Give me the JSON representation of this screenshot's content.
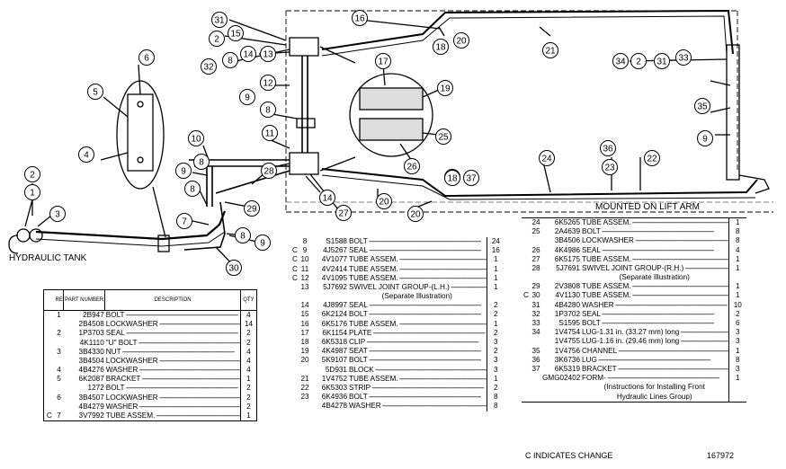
{
  "labels": {
    "hydraulic_tank": "HYDRAULIC TANK",
    "mounted_on_lift_arm": "MOUNTED ON LIFT ARM",
    "c_indicates_change": "C INDICATES CHANGE",
    "figure_number": "167972"
  },
  "table_headers": {
    "ref_no": "REF NO",
    "part_number": "PART NUMBER",
    "description": "DESCRIPTION",
    "qty": "QTY"
  },
  "callouts": [
    "31",
    "2",
    "15",
    "32",
    "8",
    "14",
    "13",
    "16",
    "18",
    "20",
    "21",
    "34",
    "2",
    "31",
    "33",
    "6",
    "5",
    "4",
    "17",
    "19",
    "12",
    "9",
    "8",
    "11",
    "10",
    "9",
    "8",
    "26",
    "25",
    "20",
    "18",
    "35",
    "9",
    "8",
    "28",
    "14",
    "27",
    "20",
    "18",
    "37",
    "36",
    "23",
    "22",
    "24",
    "7",
    "8",
    "9",
    "30",
    "29",
    "2",
    "1",
    "3"
  ],
  "table1": [
    {
      "c": "",
      "ref": "1",
      "part": "2B947",
      "desc": "BOLT",
      "qty": "4"
    },
    {
      "c": "",
      "ref": "",
      "part": "2B4508",
      "desc": "LOCKWASHER",
      "qty": "14"
    },
    {
      "c": "",
      "ref": "2",
      "part": "1P3703",
      "desc": "SEAL",
      "qty": "2"
    },
    {
      "c": "",
      "ref": "",
      "part": "4K1110",
      "desc": "\"U\" BOLT",
      "qty": "2"
    },
    {
      "c": "",
      "ref": "3",
      "part": "3B4330",
      "desc": "NUT",
      "qty": "4"
    },
    {
      "c": "",
      "ref": "",
      "part": "3B4504",
      "desc": "LOCKWASHER",
      "qty": "4"
    },
    {
      "c": "",
      "ref": "4",
      "part": "4B4276",
      "desc": "WASHER",
      "qty": "4"
    },
    {
      "c": "",
      "ref": "5",
      "part": "6K2087",
      "desc": "BRACKET",
      "qty": "1"
    },
    {
      "c": "",
      "ref": "",
      "part": "1272",
      "desc": "BOLT",
      "qty": "2"
    },
    {
      "c": "",
      "ref": "6",
      "part": "3B4507",
      "desc": "LOCKWASHER",
      "qty": "2"
    },
    {
      "c": "",
      "ref": "",
      "part": "4B4279",
      "desc": "WASHER",
      "qty": "2"
    },
    {
      "c": "C",
      "ref": "7",
      "part": "3V7992",
      "desc": "TUBE ASSEM.",
      "qty": "1"
    }
  ],
  "table2": [
    {
      "c": "",
      "ref": "8",
      "part": "S1588",
      "desc": "BOLT",
      "qty": "24"
    },
    {
      "c": "C",
      "ref": "9",
      "part": "4J5267",
      "desc": "SEAL",
      "qty": "16"
    },
    {
      "c": "C",
      "ref": "10",
      "part": "4V1077",
      "desc": "TUBE ASSEM.",
      "qty": "1"
    },
    {
      "c": "C",
      "ref": "11",
      "part": "4V2414",
      "desc": "TUBE ASSEM.",
      "qty": "1"
    },
    {
      "c": "C",
      "ref": "12",
      "part": "4V1095",
      "desc": "TUBE ASSEM.",
      "qty": "1"
    },
    {
      "c": "",
      "ref": "13",
      "part": "5J7692",
      "desc": "SWIVEL JOINT GROUP-(L.H.)",
      "qty": "1"
    },
    {
      "c": "",
      "ref": "",
      "part": "",
      "desc": "(Separate Illustration)",
      "qty": "",
      "note": true
    },
    {
      "c": "",
      "ref": "14",
      "part": "4J8997",
      "desc": "SEAL",
      "qty": "2"
    },
    {
      "c": "",
      "ref": "15",
      "part": "6K2124",
      "desc": "BOLT",
      "qty": "2"
    },
    {
      "c": "",
      "ref": "16",
      "part": "6K5176",
      "desc": "TUBE ASSEM.",
      "qty": "1"
    },
    {
      "c": "",
      "ref": "17",
      "part": "6K1154",
      "desc": "PLATE",
      "qty": "2"
    },
    {
      "c": "",
      "ref": "18",
      "part": "6K5318",
      "desc": "CLIP",
      "qty": "3"
    },
    {
      "c": "",
      "ref": "19",
      "part": "4K4987",
      "desc": "SEAT",
      "qty": "2"
    },
    {
      "c": "",
      "ref": "20",
      "part": "5K9107",
      "desc": "BOLT",
      "qty": "3"
    },
    {
      "c": "",
      "ref": "",
      "part": "5D931",
      "desc": "BLOCK",
      "qty": "3"
    },
    {
      "c": "",
      "ref": "21",
      "part": "1V4752",
      "desc": "TUBE ASSEM.",
      "qty": "1"
    },
    {
      "c": "",
      "ref": "22",
      "part": "6K5303",
      "desc": "STRIP",
      "qty": "2"
    },
    {
      "c": "",
      "ref": "23",
      "part": "6K4936",
      "desc": "BOLT",
      "qty": "8"
    },
    {
      "c": "",
      "ref": "",
      "part": "4B4278",
      "desc": "WASHER",
      "qty": "8"
    }
  ],
  "table3": [
    {
      "c": "",
      "ref": "24",
      "part": "6K5265",
      "desc": "TUBE ASSEM.",
      "qty": "1"
    },
    {
      "c": "",
      "ref": "25",
      "part": "2A4639",
      "desc": "BOLT",
      "qty": "8"
    },
    {
      "c": "",
      "ref": "",
      "part": "3B4506",
      "desc": "LOCKWASHER",
      "qty": "8"
    },
    {
      "c": "",
      "ref": "26",
      "part": "4K4986",
      "desc": "SEAL",
      "qty": "4"
    },
    {
      "c": "",
      "ref": "27",
      "part": "6K5175",
      "desc": "TUBE ASSEM.",
      "qty": "1"
    },
    {
      "c": "",
      "ref": "28",
      "part": "5J7691",
      "desc": "SWIVEL JOINT GROUP-(R.H.)",
      "qty": "1"
    },
    {
      "c": "",
      "ref": "",
      "part": "",
      "desc": "(Separate Illustration)",
      "qty": "",
      "note": true
    },
    {
      "c": "",
      "ref": "29",
      "part": "2V3808",
      "desc": "TUBE ASSEM.",
      "qty": "1"
    },
    {
      "c": "C",
      "ref": "30",
      "part": "4V1130",
      "desc": "TUBE ASSEM.",
      "qty": "1"
    },
    {
      "c": "",
      "ref": "31",
      "part": "4B4280",
      "desc": "WASHER",
      "qty": "10"
    },
    {
      "c": "",
      "ref": "32",
      "part": "1P3702",
      "desc": "SEAL",
      "qty": "2"
    },
    {
      "c": "",
      "ref": "33",
      "part": "S1595",
      "desc": "BOLT",
      "qty": "6"
    },
    {
      "c": "",
      "ref": "34",
      "part": "1V4754",
      "desc": "LUG-1.31 in. (33.27 mm) long",
      "qty": "3"
    },
    {
      "c": "",
      "ref": "",
      "part": "1V4755",
      "desc": "LUG-1.16 in. (29.46 mm) long",
      "qty": "3"
    },
    {
      "c": "",
      "ref": "35",
      "part": "1V4756",
      "desc": "CHANNEL",
      "qty": "1"
    },
    {
      "c": "",
      "ref": "36",
      "part": "3K6736",
      "desc": "LUG",
      "qty": "8"
    },
    {
      "c": "",
      "ref": "37",
      "part": "6K5319",
      "desc": "BRACKET",
      "qty": "3"
    },
    {
      "c": "",
      "ref": "",
      "part": "GMG02402",
      "desc": "FORM-",
      "qty": "1"
    },
    {
      "c": "",
      "ref": "",
      "part": "",
      "desc": "(Instructions for Installing Front",
      "qty": "",
      "note": true
    },
    {
      "c": "",
      "ref": "",
      "part": "",
      "desc": "Hydraulic Lines Group)",
      "qty": "",
      "note": true
    }
  ]
}
